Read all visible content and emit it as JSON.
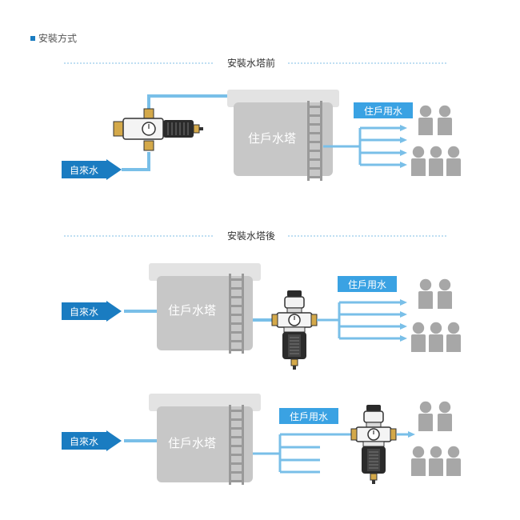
{
  "header": {
    "title": "安裝方式"
  },
  "sections": [
    {
      "title": "安裝水塔前"
    },
    {
      "title": "安裝水塔後"
    }
  ],
  "diagrams": [
    {
      "source_label": "自來水",
      "tank_label": "住戶水塔",
      "usage_label": "住戶用水"
    },
    {
      "source_label": "自來水",
      "tank_label": "住戶水塔",
      "usage_label": "住戶用水"
    },
    {
      "source_label": "自來水",
      "tank_label": "住戶水塔",
      "usage_label": "住戶用水"
    }
  ],
  "colors": {
    "accent_blue": "#1a7cc1",
    "pipe_blue": "#79bfe8",
    "label_blue": "#3aa2e3",
    "tank_gray": "#c7c7c7",
    "tank_rim": "#e3e3e3",
    "person_gray": "#a7a7a7",
    "divider": "#7fbfe6"
  }
}
